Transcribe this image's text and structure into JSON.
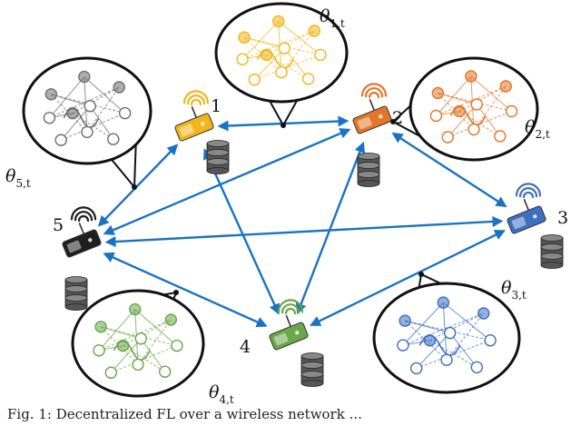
{
  "colors": {
    "link": "#1a73c2",
    "device_1": "#f2b51c",
    "device_2": "#e2772a",
    "device_3": "#3f6fc1",
    "device_4": "#6aa64a",
    "device_5": "#1f1f1f",
    "database": "#555555",
    "cluster_outline": "#111111"
  },
  "devices": [
    {
      "id": "1",
      "label": "1",
      "color": "#f2b51c",
      "icon": "wireless-device-icon"
    },
    {
      "id": "2",
      "label": "2",
      "color": "#e2772a",
      "icon": "wireless-device-icon"
    },
    {
      "id": "3",
      "label": "3",
      "color": "#3f6fc1",
      "icon": "wireless-device-icon"
    },
    {
      "id": "4",
      "label": "4",
      "color": "#6aa64a",
      "icon": "wireless-device-icon"
    },
    {
      "id": "5",
      "label": "5",
      "color": "#1f1f1f",
      "icon": "wireless-device-icon"
    }
  ],
  "models": [
    {
      "device": "1",
      "symbol": "θ",
      "subscript": "1,t",
      "color": "#f2b51c"
    },
    {
      "device": "2",
      "symbol": "θ",
      "subscript": "2,t",
      "color": "#e2772a"
    },
    {
      "device": "3",
      "symbol": "θ",
      "subscript": "3,t",
      "color": "#3f6fc1"
    },
    {
      "device": "4",
      "symbol": "θ",
      "subscript": "4,t",
      "color": "#6aa64a"
    },
    {
      "device": "5",
      "symbol": "θ",
      "subscript": "5,t",
      "color": "#6e6e6e"
    }
  ],
  "links": [
    [
      "1",
      "2"
    ],
    [
      "1",
      "4"
    ],
    [
      "1",
      "5"
    ],
    [
      "2",
      "3"
    ],
    [
      "2",
      "4"
    ],
    [
      "2",
      "5"
    ],
    [
      "3",
      "4"
    ],
    [
      "3",
      "5"
    ],
    [
      "4",
      "5"
    ]
  ],
  "caption": "Fig. 1: Decentralized FL over a wireless network ..."
}
